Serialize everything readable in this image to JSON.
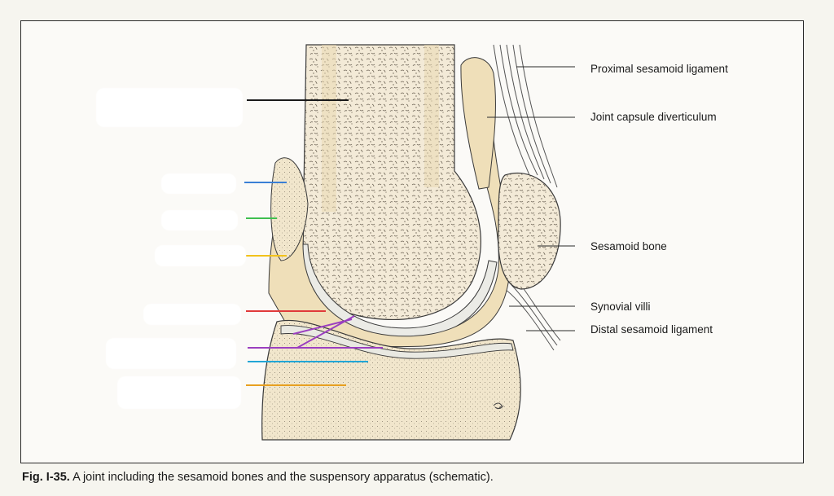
{
  "labels": {
    "proximal_sesamoid_ligament": "Proximal sesamoid ligament",
    "joint_capsule_diverticulum": "Joint capsule diverticulum",
    "sesamoid_bone": "Sesamoid bone",
    "synovial_villi": "Synovial villi",
    "distal_sesamoid_ligament": "Distal sesamoid ligament"
  },
  "caption": {
    "number": "Fig. I-35.",
    "text": "A joint including the sesamoid bones and the suspensory apparatus (schematic)."
  },
  "leader_colors": {
    "black": "#1a1a1a",
    "blue": "#3a7fd5",
    "green": "#3fbf4f",
    "yellow": "#f2c21b",
    "red": "#e03a3a",
    "purple": "#9b3fc0",
    "cyan": "#22a6d6",
    "orange": "#e8a020"
  },
  "colors": {
    "bone": "#f0e2c2",
    "cartilage": "#ebebe6",
    "outline": "#3a3a3a"
  }
}
